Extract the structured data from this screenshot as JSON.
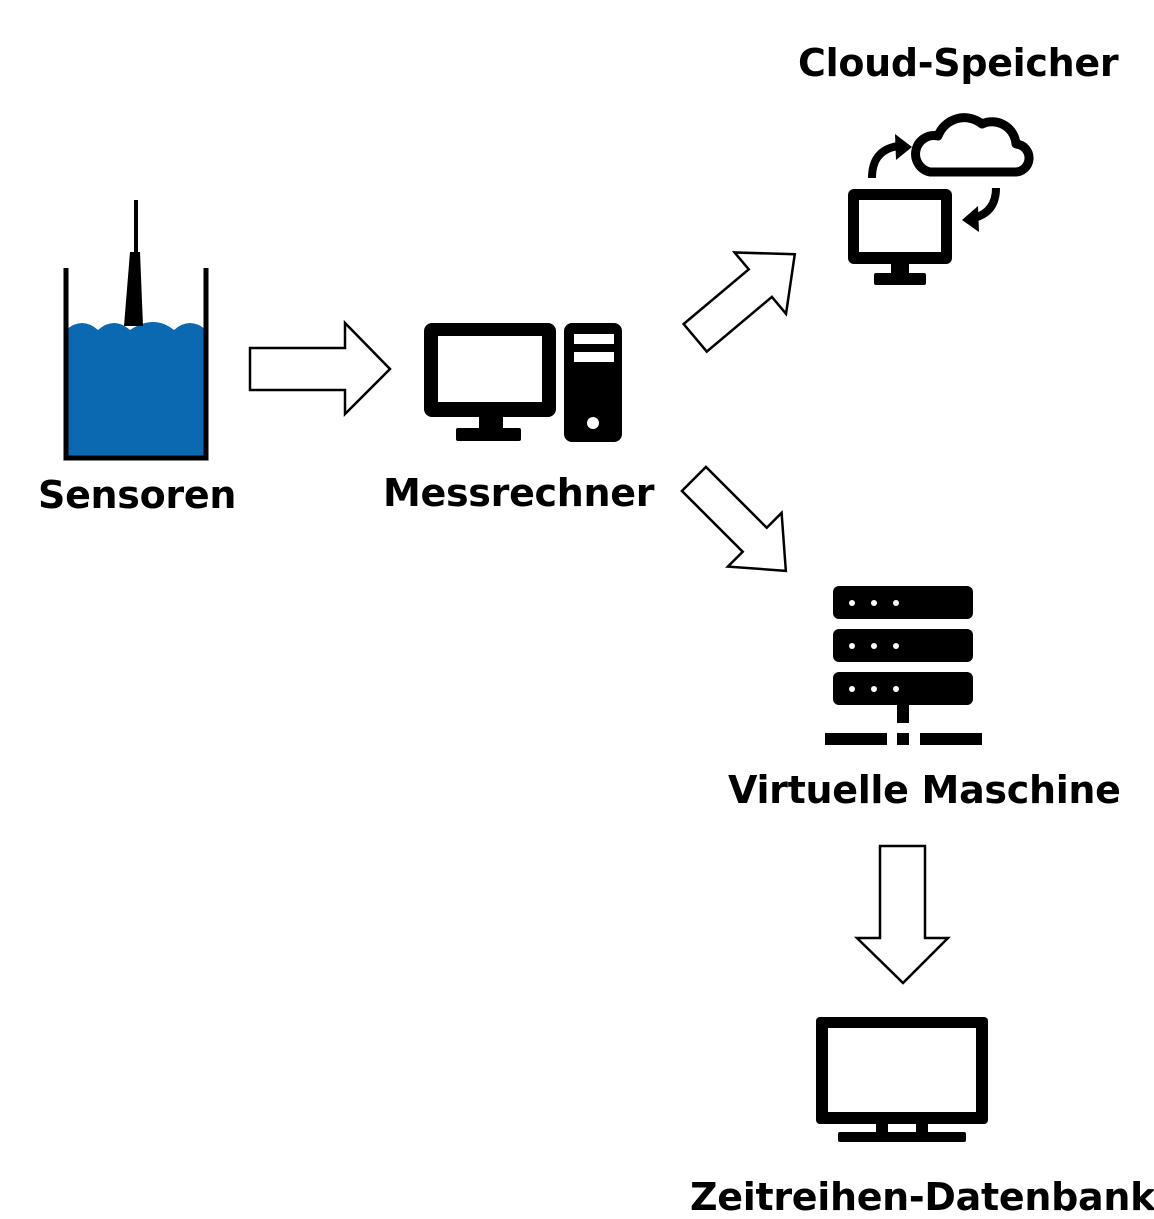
{
  "nodes": {
    "cloud": {
      "label": "Cloud-Speicher",
      "icon": "cloud-sync-computer-icon"
    },
    "sensors": {
      "label": "Sensoren",
      "icon": "water-tank-sensor-icon"
    },
    "measurement_pc": {
      "label": "Messrechner",
      "icon": "desktop-computer-tower-icon"
    },
    "virtual_machine": {
      "label": "Virtuelle Maschine",
      "icon": "server-rack-icon"
    },
    "timeseries_db": {
      "label": "Zeitreihen-Datenbank",
      "icon": "monitor-icon"
    }
  },
  "edges": [
    {
      "from": "sensors",
      "to": "measurement_pc"
    },
    {
      "from": "measurement_pc",
      "to": "cloud"
    },
    {
      "from": "measurement_pc",
      "to": "virtual_machine"
    },
    {
      "from": "virtual_machine",
      "to": "timeseries_db"
    }
  ],
  "colors": {
    "water": "#0a69b0",
    "ink": "#000000",
    "background": "#ffffff"
  }
}
